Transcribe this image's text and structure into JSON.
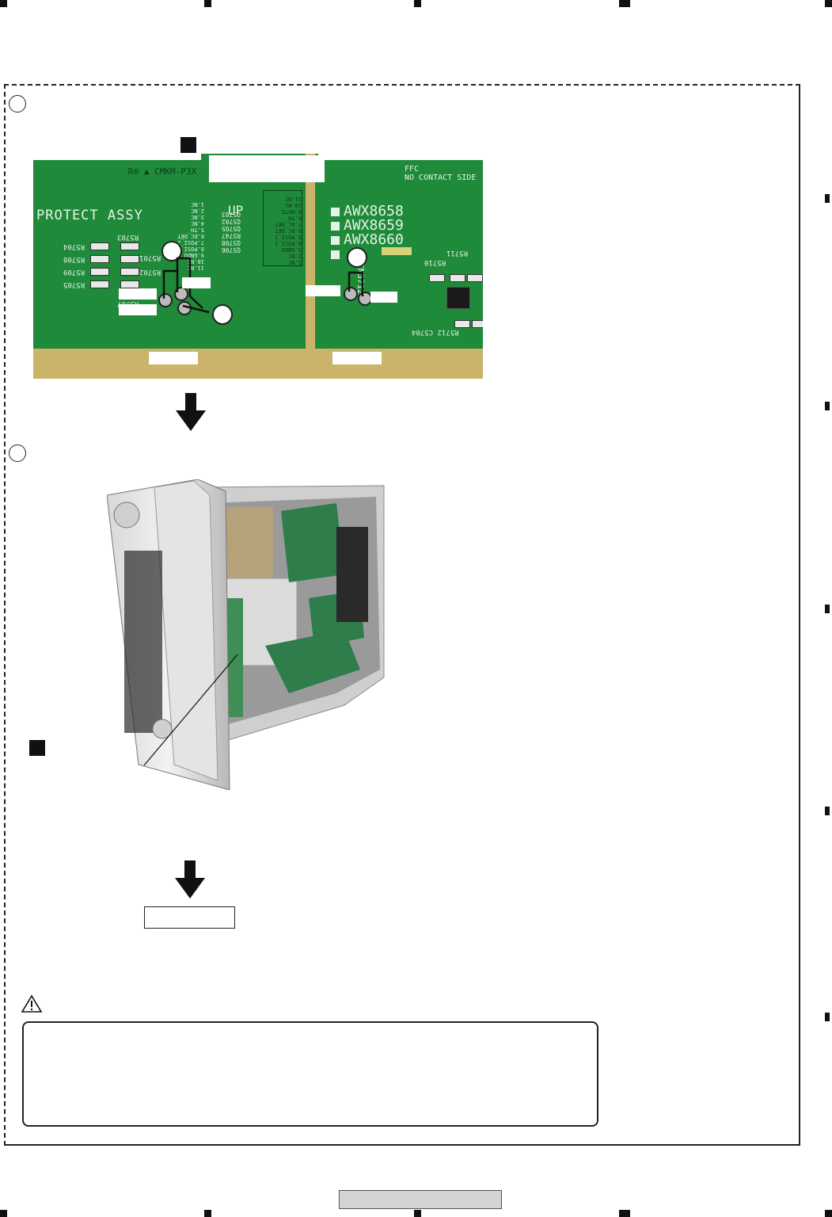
{
  "pcb": {
    "ul_mark": "ℝ® ▲ CMKM-P3X",
    "protect_assy": "PROTECT ASSY",
    "up_label": "UP",
    "ffc_label": "FFC\nNO CONTACT SIDE",
    "awx1": "AWX8658",
    "awx2": "AWX8659",
    "awx3": "AWX8660",
    "cn_label": "CN5712",
    "left_resistors": [
      "R5704",
      "R5708",
      "R5709",
      "R5705"
    ],
    "left_resistors2": [
      "R5703",
      "R5701",
      "R5702",
      "R5707"
    ],
    "right_top": "R5711",
    "right_mid": "R5710",
    "right_bot": "R5712  C5704",
    "pin_list_a": [
      "11.NC",
      "10.NC",
      "9.GNDU",
      "8.POSI_1",
      "7.POSI_2",
      "6.DC_DET",
      "5.TH",
      "4.NC",
      "3.NC",
      "2.NC",
      "1.NC"
    ],
    "pin_list_b": [
      "Q5706",
      "Q5708",
      "R5747",
      "Q5705",
      "Q5702",
      "Q5703"
    ],
    "pin_list_c": [
      "1.NC",
      "2.NC",
      "3.GNDU",
      "4.POSI_1",
      "5.POSI_2",
      "6.DC_DET",
      "7.AC_DET",
      "8.TH",
      "9.MUTE",
      "10.NC",
      "11.NC"
    ]
  },
  "icons": {
    "arrow1": "down-arrow-icon",
    "arrow2": "down-arrow-icon",
    "caution": "caution-triangle-icon"
  },
  "colors": {
    "pcb_green": "#1f8a3a",
    "pcb_silk": "#e6f2e6",
    "pcb_edge": "#c9b46a"
  }
}
